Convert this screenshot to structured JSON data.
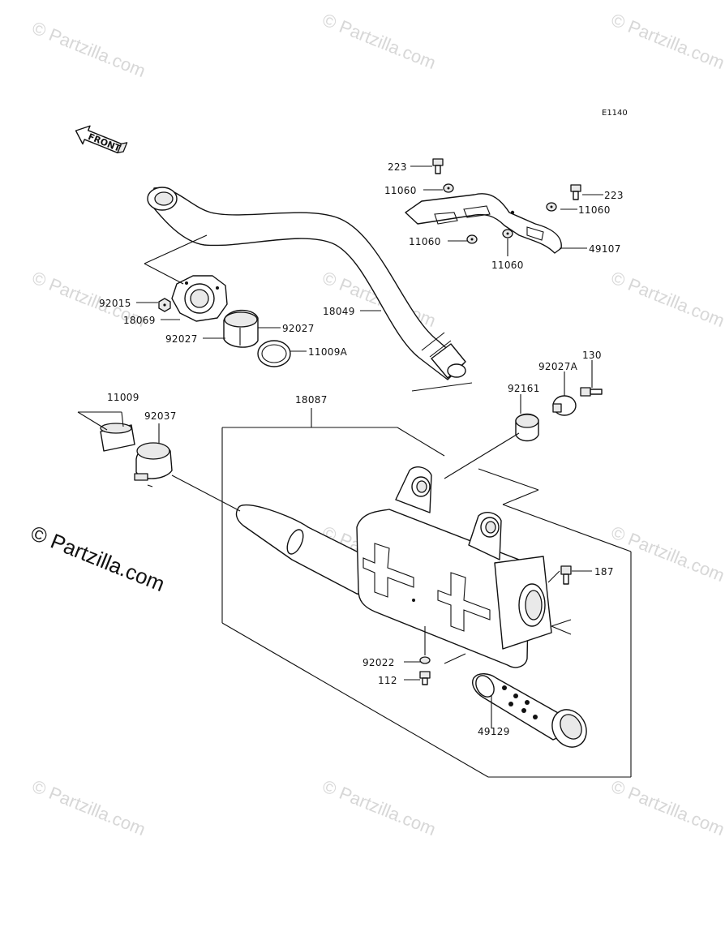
{
  "diagram": {
    "code": "E1140",
    "front_label": "FRONT",
    "watermark": "Partzilla.com",
    "copyright_notice": "© Partzilla.com",
    "parts": {
      "p223a": "223",
      "p223b": "223",
      "p11060a": "11060",
      "p11060b": "11060",
      "p11060c": "11060",
      "p11060d": "11060",
      "p49107": "49107",
      "p92015": "92015",
      "p18069": "18069",
      "p92027a": "92027",
      "p92027b": "92027",
      "p18049": "18049",
      "p11009A": "11009A",
      "p11009": "11009",
      "p92037": "92037",
      "p18087": "18087",
      "p92161": "92161",
      "p92027A": "92027A",
      "p130": "130",
      "p187": "187",
      "p92022": "92022",
      "p112": "112",
      "p49129": "49129"
    }
  }
}
